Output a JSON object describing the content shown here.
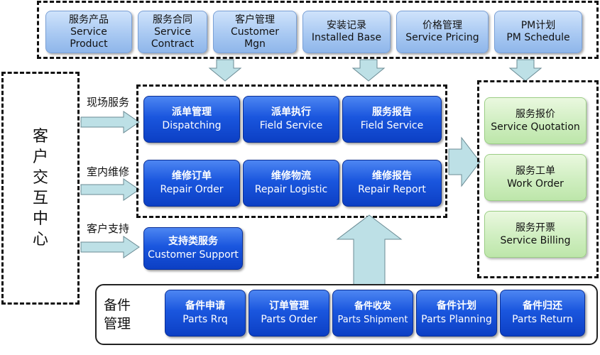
{
  "top_modules": [
    {
      "cn": "服务产品",
      "en": "Service\nProduct"
    },
    {
      "cn": "服务合同",
      "en": "Service\nContract"
    },
    {
      "cn": "客户管理",
      "en": "Customer\nMgn"
    },
    {
      "cn": "安装记录",
      "en": "Installed Base"
    },
    {
      "cn": "价格管理",
      "en": "Service Pricing"
    },
    {
      "cn": "PM计划",
      "en": "PM Schedule"
    }
  ],
  "customer_center": {
    "chars": [
      "客",
      "户",
      "交",
      "互",
      "中",
      "心"
    ]
  },
  "channels": [
    {
      "label": "现场服务"
    },
    {
      "label": "室内维修"
    },
    {
      "label": "客户支持"
    }
  ],
  "field_row": [
    {
      "cn": "派单管理",
      "en": "Dispatching"
    },
    {
      "cn": "派单执行",
      "en": "Field Service"
    },
    {
      "cn": "服务报告",
      "en": "Field Service"
    }
  ],
  "repair_row": [
    {
      "cn": "维修订单",
      "en": "Repair Order"
    },
    {
      "cn": "维修物流",
      "en": "Repair Logistic"
    },
    {
      "cn": "维修报告",
      "en": "Repair Report"
    }
  ],
  "support": {
    "cn": "支持类服务",
    "en": "Customer Support"
  },
  "right_outputs": [
    {
      "cn": "服务报价",
      "en": "Service Quotation"
    },
    {
      "cn": "服务工单",
      "en": "Work Order"
    },
    {
      "cn": "服务开票",
      "en": "Service Billing"
    }
  ],
  "parts_label": {
    "line1": "备件",
    "line2": "管理"
  },
  "parts_row": [
    {
      "cn": "备件申请",
      "en": "Parts Rrq"
    },
    {
      "cn": "订单管理",
      "en": "Parts Order"
    },
    {
      "cn": "备件收发",
      "en": "Parts Shipment"
    },
    {
      "cn": "备件计划",
      "en": "Parts Planning"
    },
    {
      "cn": "备件归还",
      "en": "Parts Return"
    }
  ],
  "colors": {
    "top_fill": "#a9c9f2",
    "process_fill": "#1a56de",
    "output_fill": "#cfeec0",
    "arrow_fill": "#bde0e6"
  }
}
